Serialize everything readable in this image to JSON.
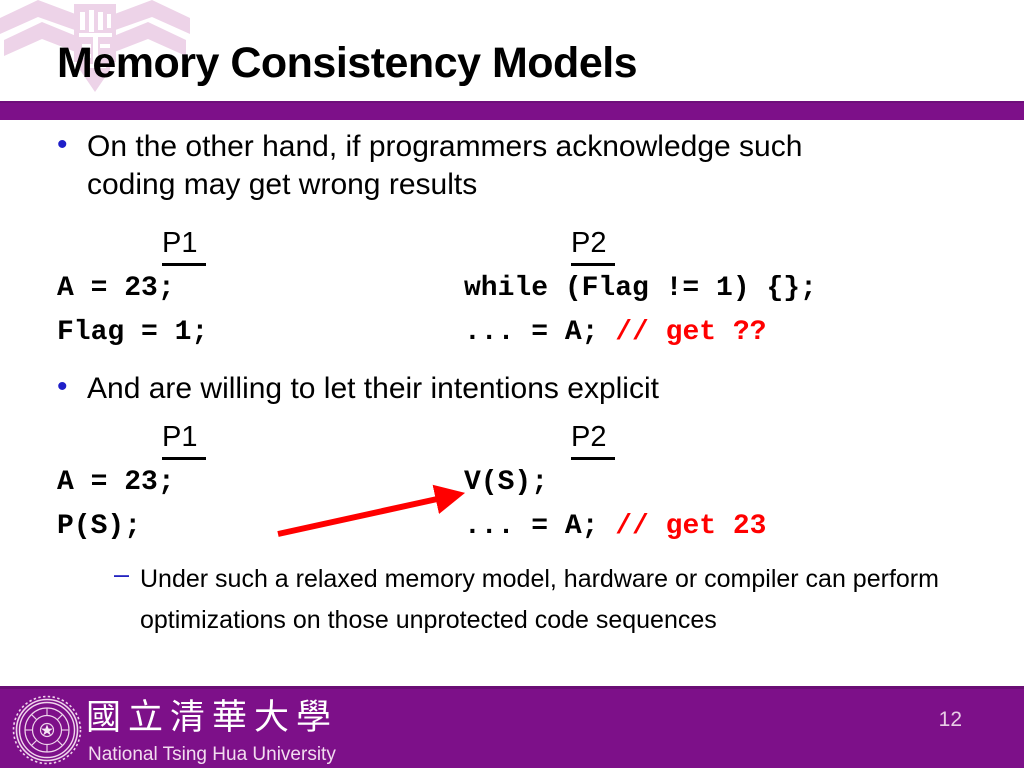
{
  "slide": {
    "title": "Memory Consistency Models",
    "accent_color": "#7D1089",
    "bullet_color": "#1F1FC8",
    "comment_color": "#FF0000",
    "arrow_color": "#FF0000",
    "watermark_color": "#EDD3E8"
  },
  "content": {
    "bullet1": "On the other hand, if programmers acknowledge such coding may get wrong results",
    "bullet2": "And are willing to let their intentions explicit",
    "subbullet1": "Under such a relaxed memory model, hardware or compiler can perform optimizations on those unprotected code sequences"
  },
  "code_block_1": {
    "p1_label": "P1",
    "p2_label": "P2",
    "p1_lines": [
      "A = 23;",
      "Flag = 1;"
    ],
    "p2_line_1_code": "while (Flag != 1) {};",
    "p2_line_2_code": "... = A; ",
    "p2_line_2_comment": "// get ??"
  },
  "code_block_2": {
    "p1_label": "P1",
    "p2_label": "P2",
    "p1_lines": [
      "A = 23;",
      "P(S);"
    ],
    "p2_line_1_code": "V(S);",
    "p2_line_2_code": "... = A; ",
    "p2_line_2_comment": "// get 23"
  },
  "footer": {
    "chinese_name": "國立清華大學",
    "english_name": "National Tsing Hua University",
    "page_number": "12"
  }
}
